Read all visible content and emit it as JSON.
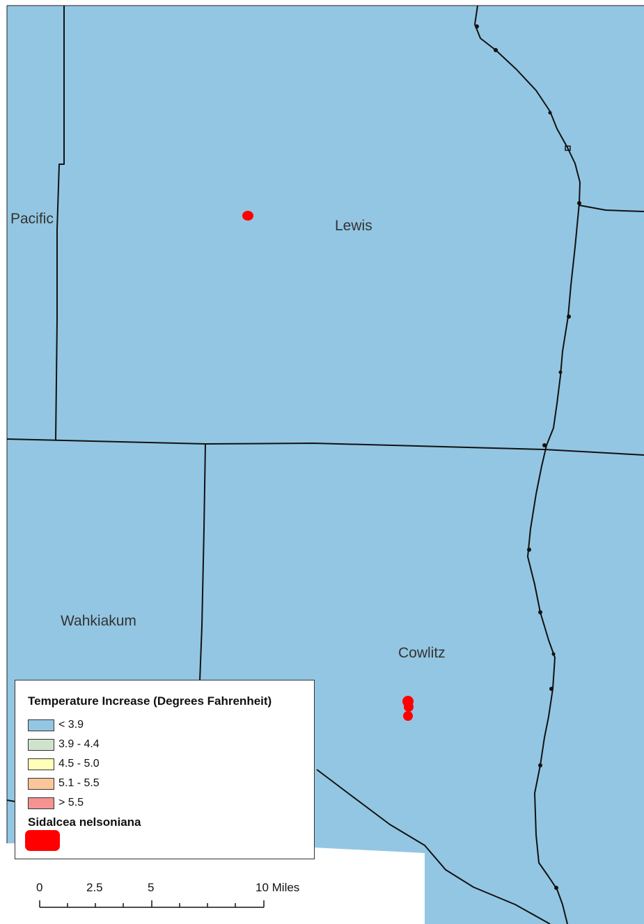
{
  "colors": {
    "water_class": "#93c6e2",
    "boundary": "#111111",
    "occurrence": "#ff0000"
  },
  "county_labels": {
    "pacific": "Pacific",
    "lewis": "Lewis",
    "wahkiakum": "Wahkiakum",
    "cowlitz": "Cowlitz"
  },
  "legend": {
    "title": "Temperature Increase (Degrees Fahrenheit)",
    "classes": [
      {
        "label": "< 3.9",
        "color": "#93c6e2"
      },
      {
        "label": "3.9 - 4.4",
        "color": "#cfe3cc"
      },
      {
        "label": "4.5 - 5.0",
        "color": "#ffffb9"
      },
      {
        "label": "5.1 - 5.5",
        "color": "#fbc69a"
      },
      {
        "label": "> 5.5",
        "color": "#f59292"
      }
    ],
    "species_title": "Sidalcea nelsoniana",
    "species_color": "#ff0000"
  },
  "scale_bar": {
    "labels": [
      "0",
      "2.5",
      "5",
      "10 Miles"
    ]
  }
}
